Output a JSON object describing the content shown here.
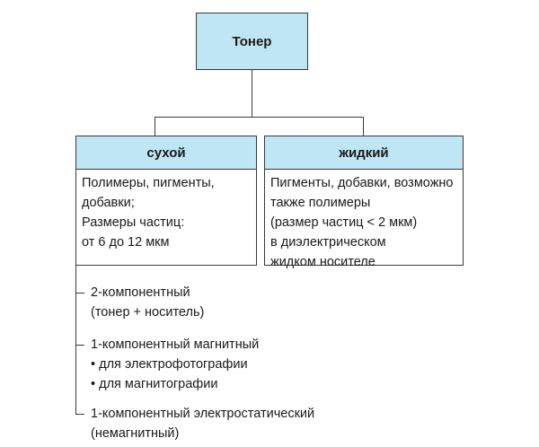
{
  "root": {
    "label": "Тонер"
  },
  "dry": {
    "title": "сухой",
    "lines": [
      "Полимеры, пигменты,",
      "добавки;",
      "Размеры частиц:",
      "от 6 до 12 мкм"
    ]
  },
  "liquid": {
    "title": "жидкий",
    "lines": [
      "Пигменты, добавки, возможно",
      "также полимеры",
      "(размер частиц < 2 мкм)",
      "в диэлектрическом",
      "жидком носителе"
    ]
  },
  "dry_types": [
    {
      "lines": [
        "2-компонентный",
        "(тонер + носитель)"
      ]
    },
    {
      "lines": [
        "1-компонентный магнитный",
        "• для электрофотографии",
        "• для магнитографии"
      ]
    },
    {
      "lines": [
        "1-компонентный электростатический",
        "(немагнитный)"
      ]
    }
  ],
  "colors": {
    "header_fill": "#bfe6f5",
    "border": "#3a3a3a"
  }
}
